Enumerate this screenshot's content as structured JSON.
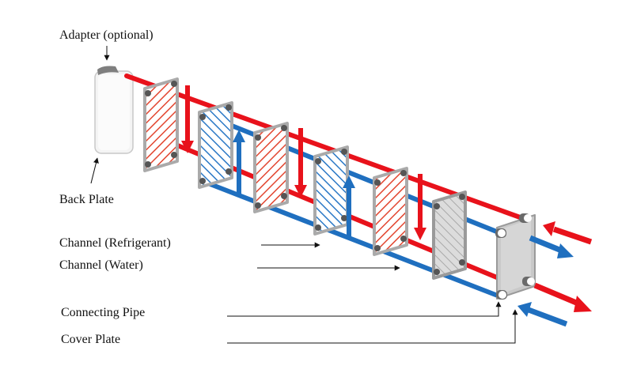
{
  "diagram": {
    "labels": {
      "adapter": "Adapter (optional)",
      "back_plate": "Back Plate",
      "channel_refrigerant": "Channel (Refrigerant)",
      "channel_water": "Channel (Water)",
      "connecting_pipe": "Connecting Pipe",
      "cover_plate": "Cover Plate"
    },
    "colors": {
      "refrigerant": "#e8121b",
      "water": "#1f6fbf",
      "plate_frame": "#b0b0b0",
      "back_plate": "#f4f4f4",
      "cover_plate": "#c9c9c9"
    }
  }
}
